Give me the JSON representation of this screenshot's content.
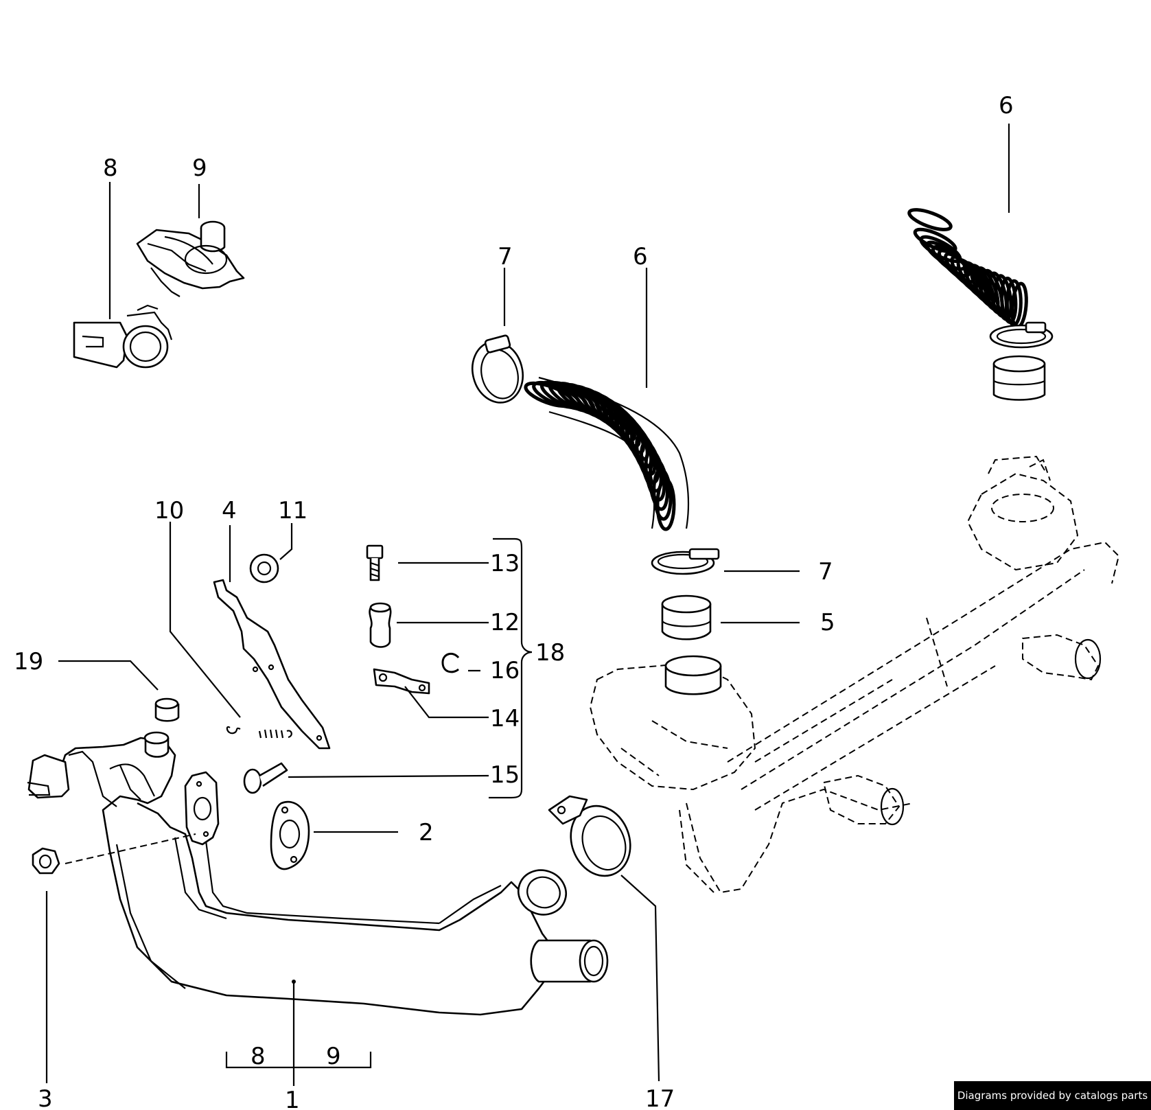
{
  "labels": {
    "l8_top": "8",
    "l9_top": "9",
    "l7_upper": "7",
    "l6_mid": "6",
    "l6_right": "6",
    "l10": "10",
    "l4": "4",
    "l11": "11",
    "l13": "13",
    "l12": "12",
    "l16": "16",
    "l14": "14",
    "l15": "15",
    "l18": "18",
    "l7_lower": "7",
    "l5": "5",
    "l19": "19",
    "l2": "2",
    "l3": "3",
    "l1": "1",
    "l8_bottom": "8",
    "l9_bottom": "9",
    "l17": "17"
  },
  "credit": "Diagrams provided by catalogs parts"
}
